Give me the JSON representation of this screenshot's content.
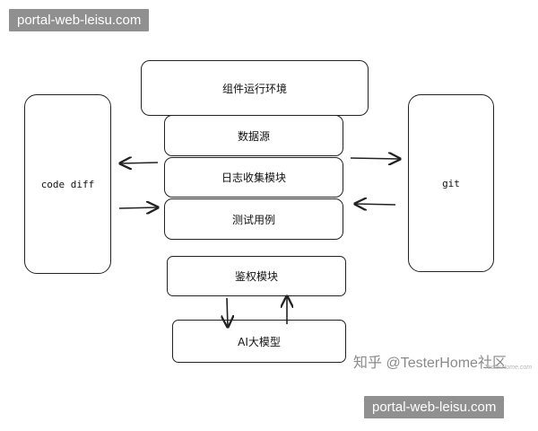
{
  "watermark_top": "portal-web-leisu.com",
  "watermark_bottom": "portal-web-leisu.com",
  "zhihu_watermark": "知乎 @TesterHome社区",
  "zhihu_watermark_sub": "TesterHome.com",
  "nodes": {
    "runtime": "组件运行环境",
    "datasource": "数据源",
    "log_collect": "日志收集模块",
    "testcase": "测试用例",
    "auth": "鉴权模块",
    "ai_model": "AI大模型",
    "code_diff": "code diff",
    "git": "git"
  },
  "edges": [
    {
      "from": "log_collect",
      "to": "code_diff"
    },
    {
      "from": "code_diff",
      "to": "testcase"
    },
    {
      "from": "log_collect",
      "to": "git"
    },
    {
      "from": "git",
      "to": "testcase"
    },
    {
      "from": "auth",
      "to": "ai_model"
    },
    {
      "from": "ai_model",
      "to": "auth"
    }
  ]
}
